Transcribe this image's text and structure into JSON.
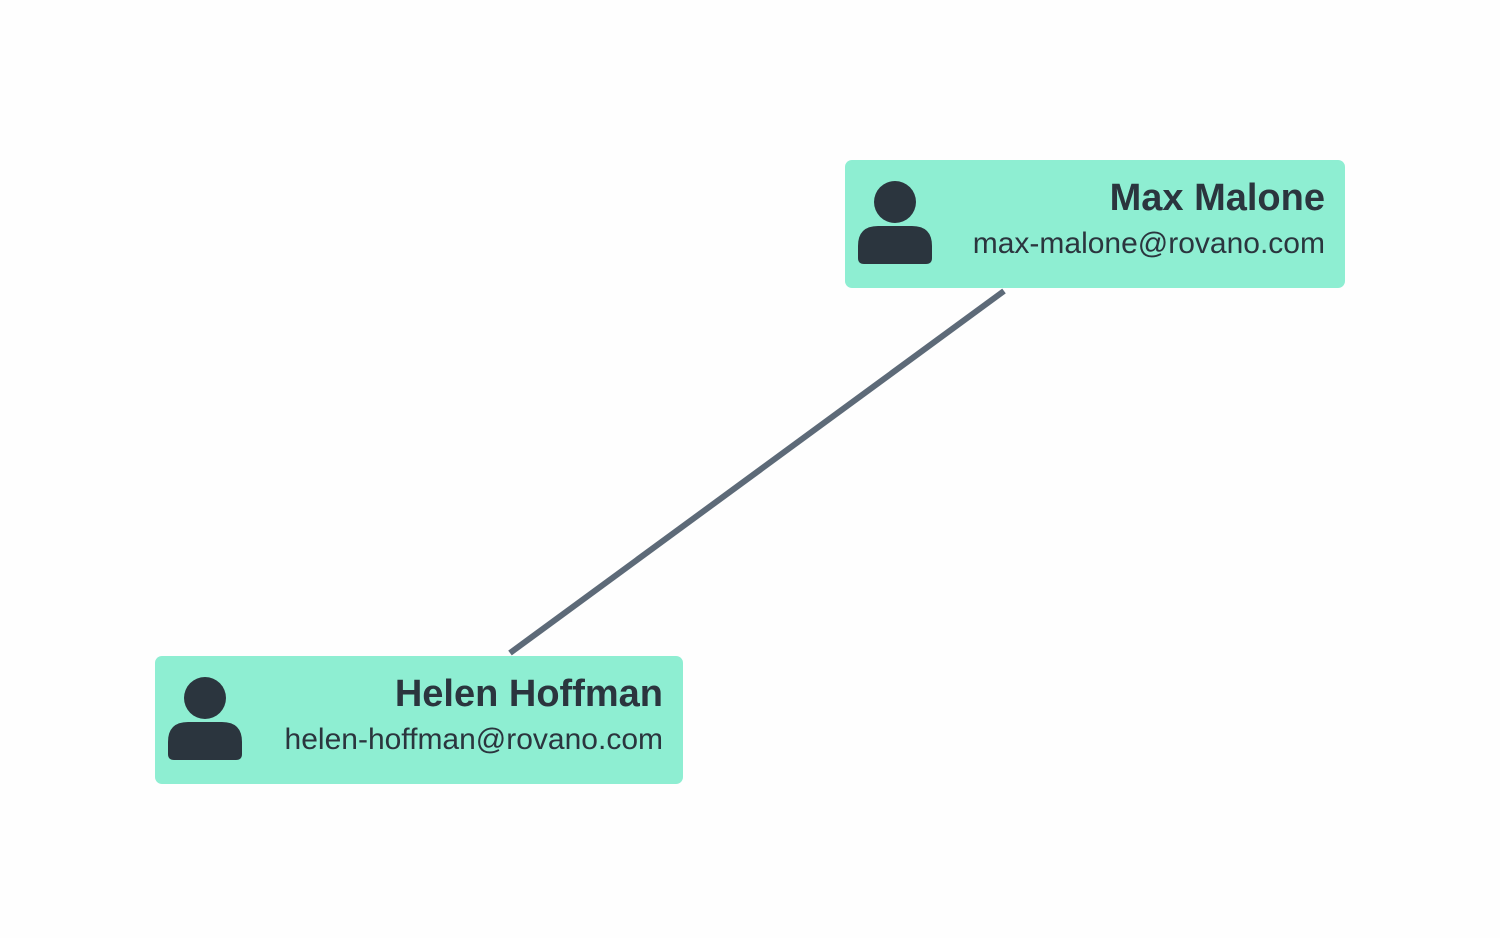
{
  "nodes": [
    {
      "id": "max",
      "name": "Max Malone",
      "email": "max-malone@rovano.com",
      "icon": "person-icon"
    },
    {
      "id": "helen",
      "name": "Helen Hoffman",
      "email": "helen-hoffman@rovano.com",
      "icon": "person-icon"
    }
  ],
  "edges": [
    {
      "from": "max",
      "to": "helen"
    }
  ],
  "colors": {
    "node_fill": "#8eeed2",
    "text": "#2b353e",
    "edge": "#5d6a78",
    "background": "#fefefe"
  }
}
